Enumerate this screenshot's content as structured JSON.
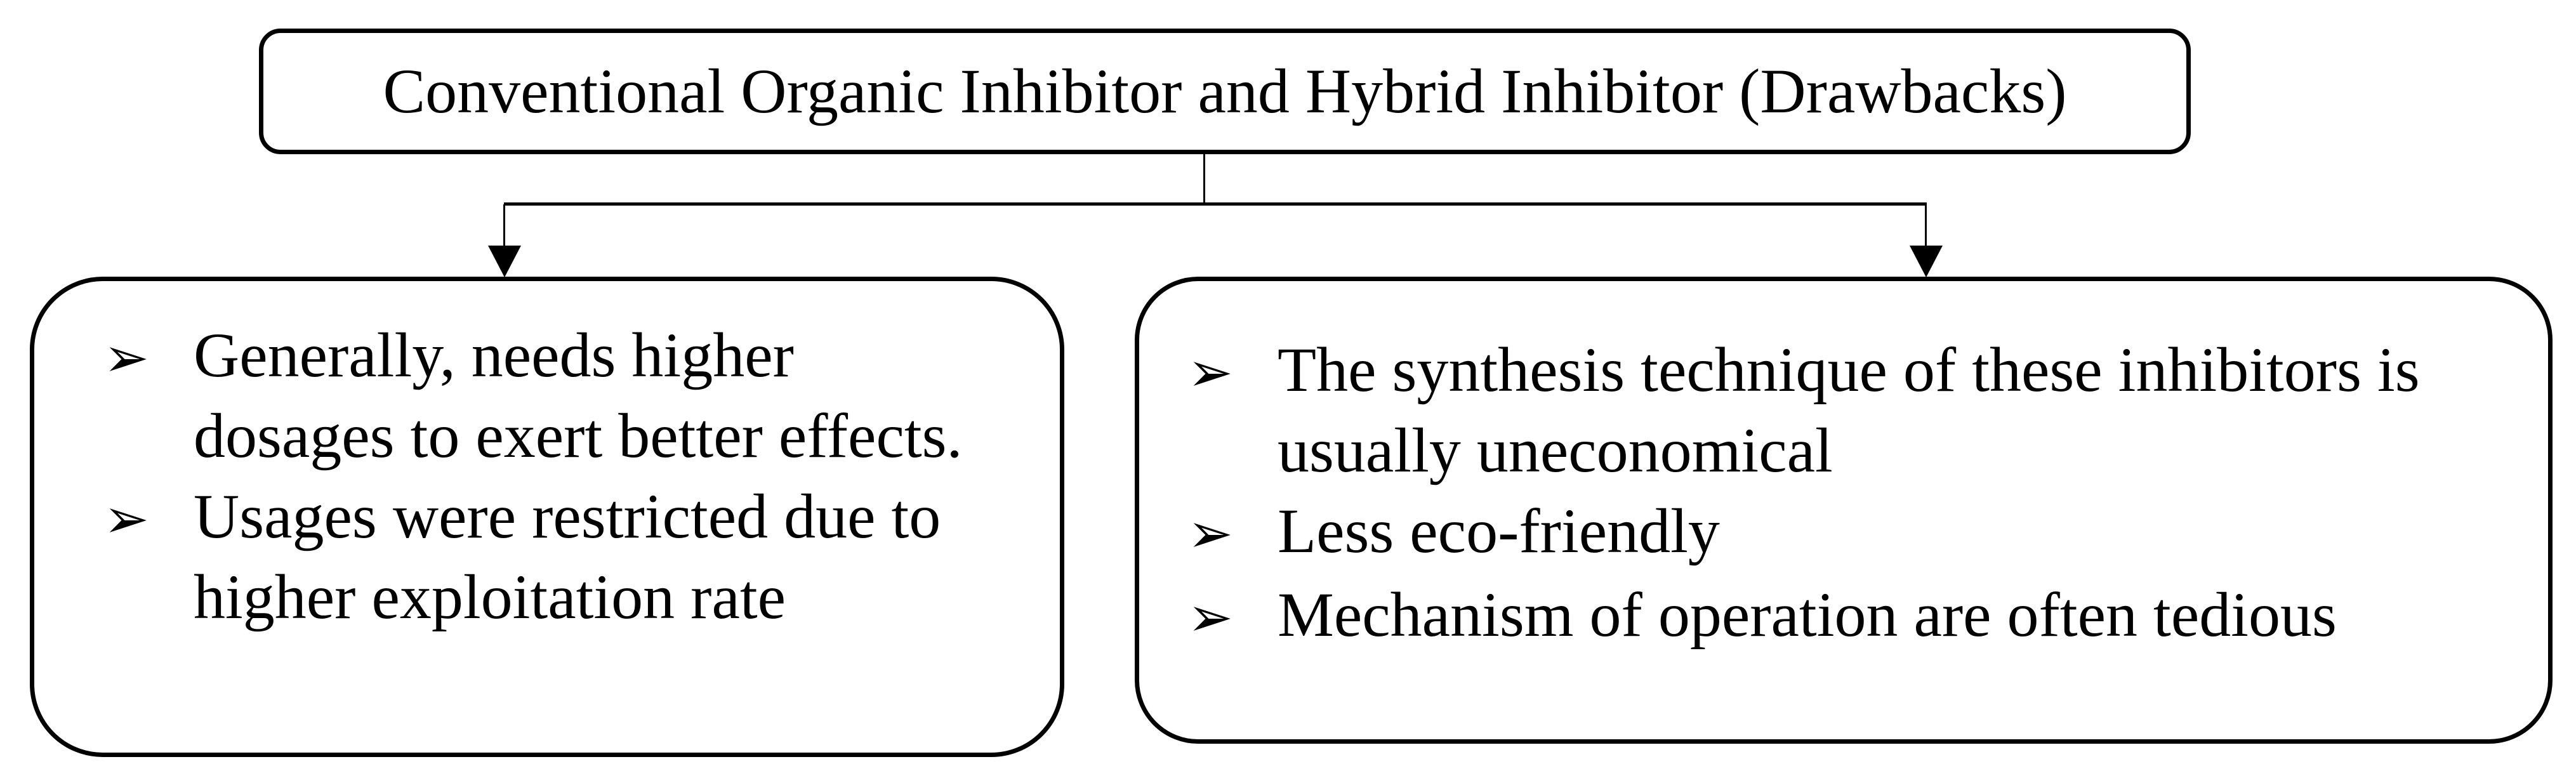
{
  "title_box": {
    "text": "Conventional Organic Inhibitor and Hybrid Inhibitor (Drawbacks)"
  },
  "bullet_icon": "➢",
  "left_box": {
    "items": [
      "Generally, needs higher\ndosages to exert better effects.",
      "Usages were restricted due to\nhigher exploitation rate"
    ]
  },
  "right_box": {
    "items": [
      "The synthesis technique of these inhibitors is\nusually uneconomical",
      "Less eco-friendly",
      "Mechanism of operation are often tedious"
    ]
  },
  "colors": {
    "line": "#000000",
    "background": "#ffffff"
  }
}
